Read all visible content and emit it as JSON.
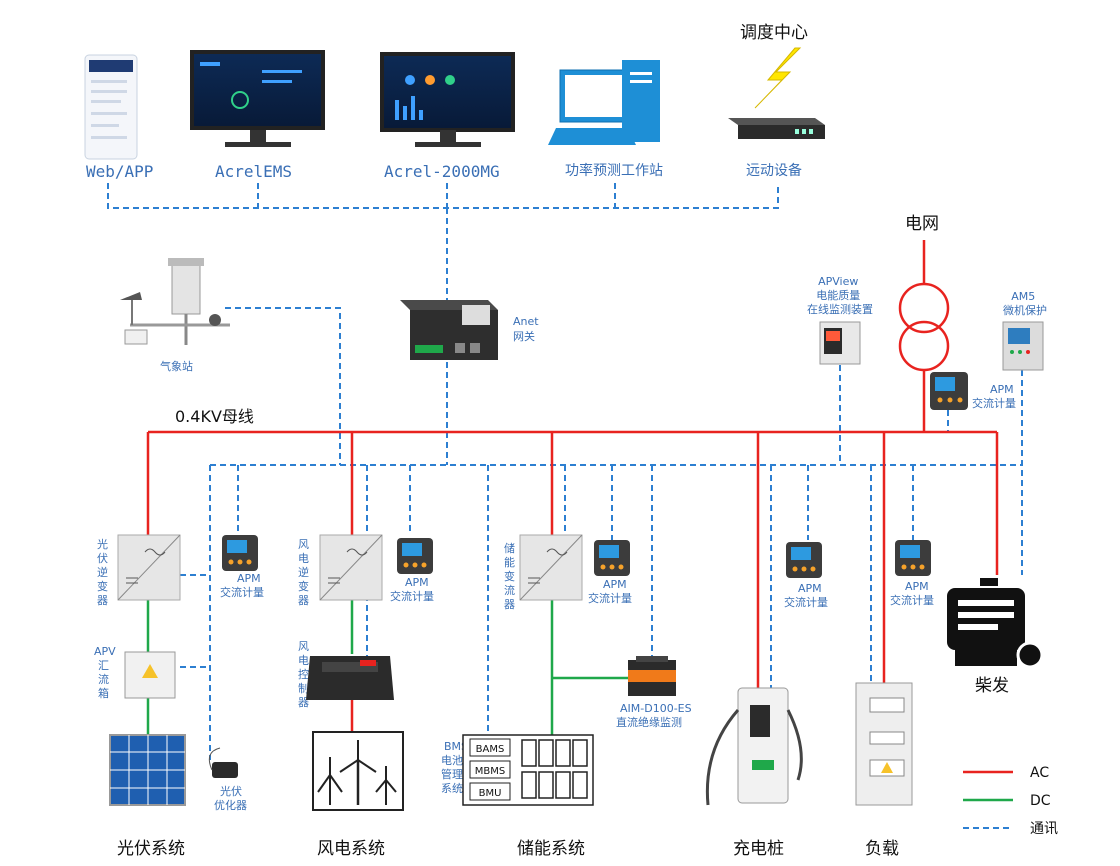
{
  "colors": {
    "ac": "#e8231f",
    "dc": "#1fa84a",
    "comm": "#2d7fd1",
    "label": "#3a6fb5"
  },
  "top": {
    "web_app": "Web/APP",
    "acrel_ems": "AcrelEMS",
    "acrel_2000mg": "Acrel-2000MG",
    "forecast_station": "功率预测工作站",
    "telecontrol": "远动设备",
    "dispatch_center": "调度中心"
  },
  "grid": {
    "grid_label": "电网",
    "apview_lines": [
      "APView",
      "电能质量",
      "在线监测装置"
    ],
    "am5_lines": [
      "AM5",
      "微机保护"
    ],
    "apm_lines": [
      "APM",
      "交流计量"
    ]
  },
  "gateway": {
    "lines": [
      "Anet",
      "网关"
    ]
  },
  "weather": {
    "label": "气象站"
  },
  "bus": {
    "label": "0.4KV母线"
  },
  "pv": {
    "inverter_chars": [
      "光",
      "伏",
      "逆",
      "变",
      "器"
    ],
    "apm_lines": [
      "APM",
      "交流计量"
    ],
    "combiner_chars": [
      "APV",
      "汇",
      "流",
      "箱"
    ],
    "optimizer_lines": [
      "光伏",
      "优化器"
    ],
    "system_label": "光伏系统"
  },
  "wind": {
    "inverter_chars": [
      "风",
      "电",
      "逆",
      "变",
      "器"
    ],
    "controller_chars": [
      "风",
      "电",
      "控",
      "制",
      "器"
    ],
    "apm_lines": [
      "APM",
      "交流计量"
    ],
    "system_label": "风电系统"
  },
  "storage": {
    "pcs_chars": [
      "储",
      "能",
      "变",
      "流",
      "器"
    ],
    "apm_lines": [
      "APM",
      "交流计量"
    ],
    "aim_lines": [
      "AIM-D100-ES",
      "直流绝缘监测"
    ],
    "bms_lines": [
      "BMS",
      "电池",
      "管理",
      "系统"
    ],
    "bms_boxes": [
      "BAMS",
      "MBMS",
      "BMU"
    ],
    "system_label": "储能系统"
  },
  "charging": {
    "apm_lines": [
      "APM",
      "交流计量"
    ],
    "label": "充电桩"
  },
  "load": {
    "apm_lines": [
      "APM",
      "交流计量"
    ],
    "label": "负载"
  },
  "diesel": {
    "label": "柴发"
  },
  "legend": {
    "ac": "AC",
    "dc": "DC",
    "comm": "通讯"
  }
}
